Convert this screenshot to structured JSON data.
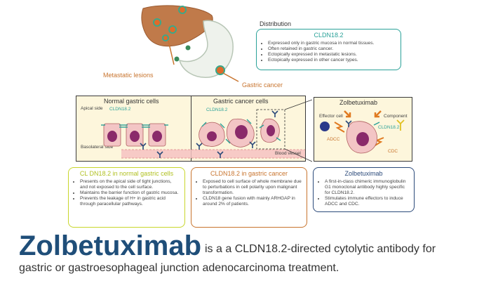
{
  "distribution": {
    "heading": "Distribution",
    "box_title": "CLDN18.2",
    "items": [
      "Expressed only in gastric mucosa in normal tissues.",
      "Often retained in gastric cancer.",
      "Ectopically expressed in metastatic lesions.",
      "Ectopically expressed in other cancer types."
    ]
  },
  "organ_labels": {
    "metastatic": "Metastatic lesions",
    "gastric_cancer": "Gastric cancer"
  },
  "panel_normal": {
    "title": "Normal gastric cells",
    "apical": "Apical side",
    "basolateral": "Basolateral side",
    "cldn": "CLDN18.2"
  },
  "panel_cancer": {
    "title": "Gastric cancer cells",
    "cldn": "CLDN18.2",
    "blood_vessel": "Blood vessel"
  },
  "panel_zolb": {
    "title": "Zolbetuximab",
    "effector": "Effector cell",
    "component": "Component",
    "cldn": "CLDN18.2",
    "adcc": "ADCC",
    "cdc": "CDC"
  },
  "box_normal": {
    "title": "CL DN18.2 in normal gastric cells",
    "items": [
      "Presents on the apical side of tight junctions, and not exposed to the cell surface.",
      "Maintains the barrier function of gastric mucosa.",
      "Prevents the leakage of H+ in gastric acid through paracellular pathways."
    ]
  },
  "box_cancer": {
    "title": "CLDN18.2 in gastric cancer",
    "items": [
      "Exposed to cell surface of whole membrane due to perturbations in cell polarity upon malignant transformation.",
      "CLDN18 gene fusion with mainly ARHGAP in around 2% of patients."
    ]
  },
  "box_zolb": {
    "title": "Zolbetuximab",
    "items": [
      "A first-in-class chimeric immunoglobulin G1 monoclonal antibody highly specific for CLDN18.2.",
      "Stimulates immune effectors to induce ADCC and CDC."
    ]
  },
  "footer": {
    "title": "Zolbetuximab",
    "line1": "is a a CLDN18.2-directed cytolytic antibody for",
    "line2": "gastric or gastroesophageal junction adenocarcinoma treatment."
  },
  "colors": {
    "teal": "#2aa198",
    "yellow_green": "#c8d62b",
    "orange": "#c8742e",
    "navy": "#2b4a7a",
    "panel_bg": "#fdf6dc",
    "title_blue": "#1f4e79",
    "cell_pink": "#f3c5c5",
    "nucleus": "#8a2a6a"
  }
}
